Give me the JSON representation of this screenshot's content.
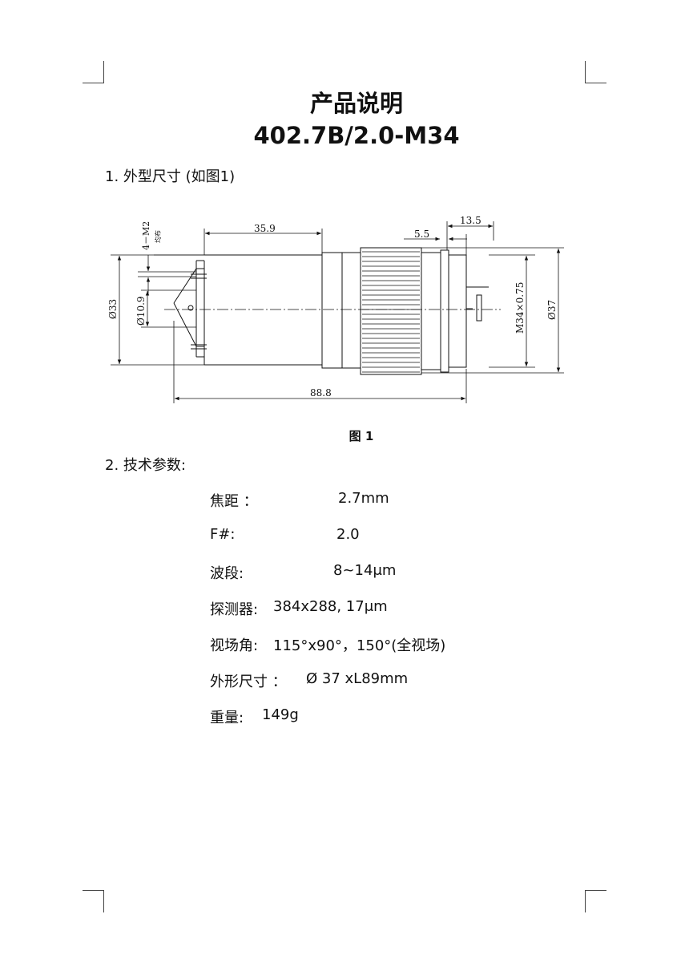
{
  "title": {
    "line1": "产品说明",
    "line2": "402.7B/2.0-M34"
  },
  "section1": {
    "heading": "1.  外型尺寸  (如图1)"
  },
  "drawing": {
    "dims": {
      "d_35_9": "35.9",
      "d_13_5": "13.5",
      "d_5_5": "5.5",
      "d_88_8": "88.8",
      "d_phi33": "Ø33",
      "d_phi10_9": "Ø10.9",
      "d_m34": "M34×0.75",
      "d_phi37": "Ø37",
      "d_4m2": "4－M2",
      "d_junbu": "均布"
    }
  },
  "figure_caption": "图  1",
  "section2": {
    "heading": "2.  技术参数:"
  },
  "specs": [
    {
      "label": "焦距 ：",
      "value": "2.7mm"
    },
    {
      "label": "F#:",
      "value": "2.0"
    },
    {
      "label": "波段:",
      "value": "8~14μm"
    },
    {
      "label": "探测器:",
      "value": "384x288, 17μm"
    },
    {
      "label": "视场角:",
      "value": "115°x90°，150°(全视场)"
    },
    {
      "label": "外形尺寸 ：",
      "value": "Ø 37 xL89mm"
    },
    {
      "label": "重量:",
      "value": "149g"
    }
  ]
}
